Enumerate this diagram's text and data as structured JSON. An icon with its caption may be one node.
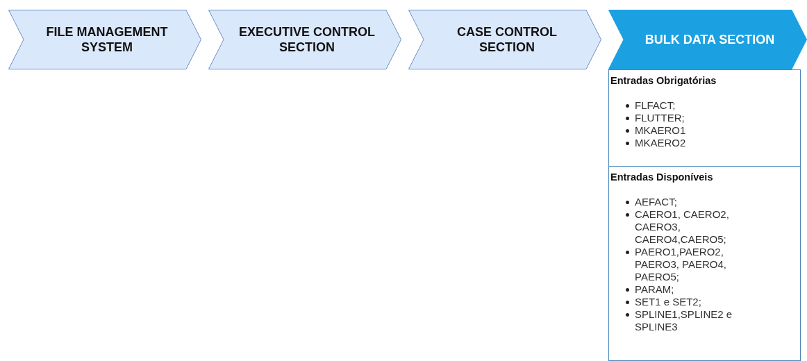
{
  "diagram": {
    "nodes": [
      {
        "text": [
          "FILE MANAGEMENT SYSTEM"
        ]
      },
      {
        "text": [
          "EXECUTIVE CONTROL SECTION"
        ]
      },
      {
        "text": [
          "CASE CONTROL SECTION"
        ]
      },
      {
        "text": [
          "BULK DATA SECTION"
        ]
      },
      {
        "text": [
          "Entradas Obrigatórias",
          "FLFACT;",
          "FLUTTER;",
          "MKAERO1",
          "MKAERO2"
        ]
      },
      {
        "text": [
          "Entradas Disponíveis",
          "AEFACT;",
          "CAERO1, CAERO2, CAERO3, CAERO4,CAERO5;",
          "PAERO1,PAERO2, PAERO3, PAERO4, PAERO5;",
          "PARAM;",
          "SET1 e SET2;",
          "SPLINE1,SPLINE2 e SPLINE3"
        ]
      }
    ],
    "edges": []
  }
}
